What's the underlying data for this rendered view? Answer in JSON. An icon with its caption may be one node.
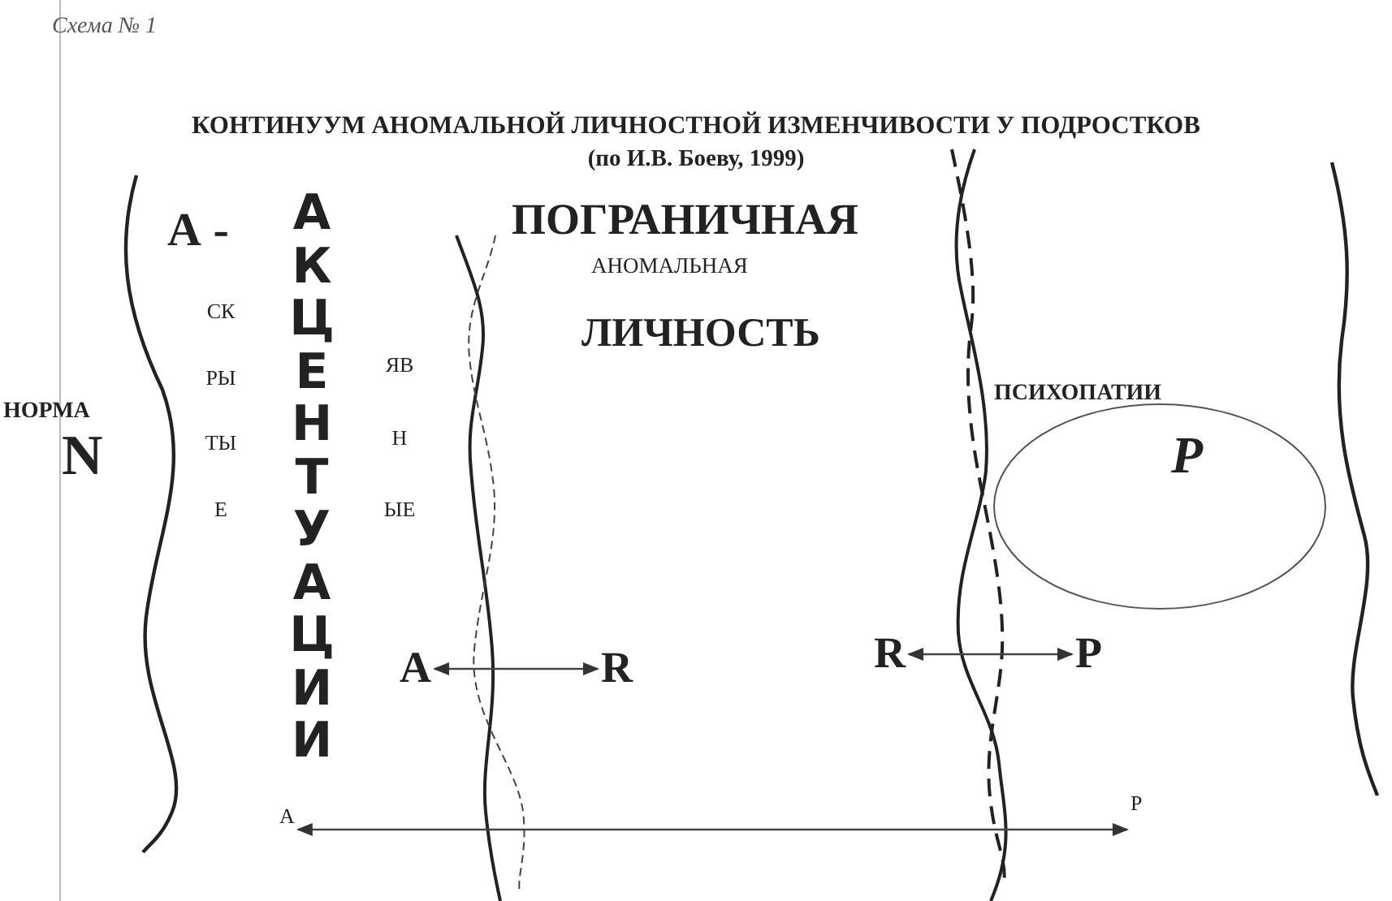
{
  "diagram": {
    "title": "КОНТИНУУМ АНОМАЛЬНОЙ ЛИЧНОСТНОЙ ИЗМЕНЧИВОСТИ У ПОДРОСТКОВ",
    "nodes": [
      {
        "text": [
          "ПСИХОПАТИИ",
          "P"
        ]
      },
      {
        "text": [
          "A"
        ]
      },
      {
        "text": [
          "R"
        ]
      },
      {
        "text": [
          "R"
        ]
      },
      {
        "text": [
          "P"
        ]
      },
      {
        "text": [
          "А"
        ]
      },
      {
        "text": [
          "P"
        ]
      }
    ],
    "edges": [
      {
        "from": 1,
        "to": 2,
        "arrow": "both"
      },
      {
        "from": 3,
        "to": 4,
        "arrow": "both"
      },
      {
        "from": 5,
        "to": 6,
        "arrow": "both"
      }
    ],
    "labels": [
      "Схема № 1",
      "(по И.В. Боеву, 1999)",
      "А -",
      "АКЦЕНТУАЦИИ",
      "ПОГРАНИЧНАЯ",
      "АНОМАЛЬНАЯ",
      "ЛИЧНОСТЬ",
      "СКРЫТЫЕ",
      "ЯВНЫЕ",
      "НОРМА",
      "N"
    ]
  }
}
